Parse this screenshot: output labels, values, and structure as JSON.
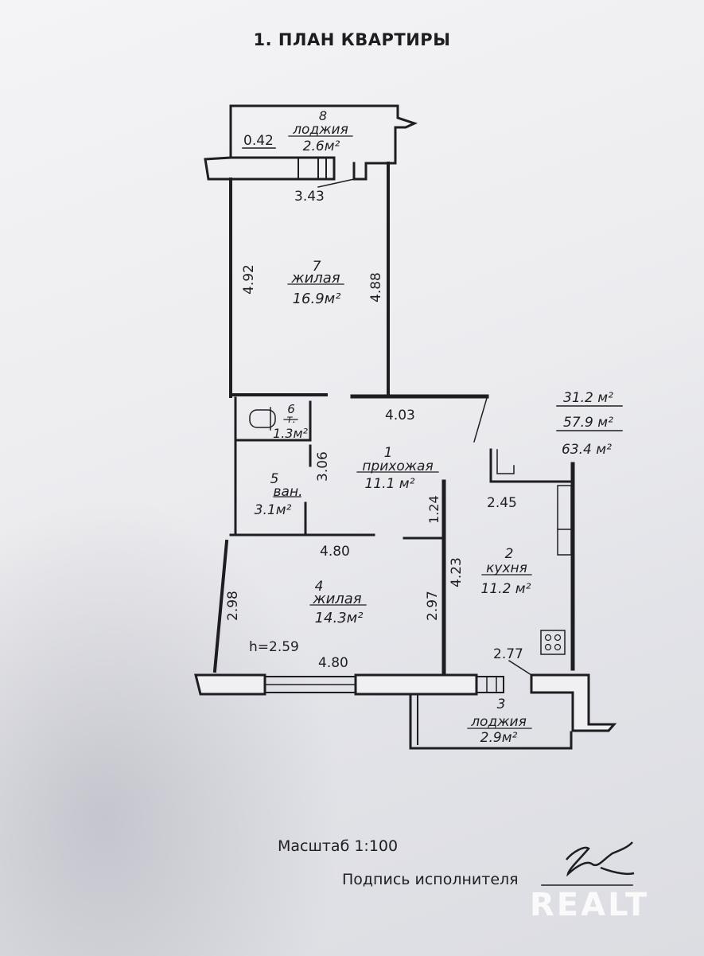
{
  "title": "1. ПЛАН КВАРТИРЫ",
  "rooms": {
    "r8": {
      "num": "8",
      "name": "лоджия",
      "area": "2.6м²"
    },
    "r7": {
      "num": "7",
      "name": "жилая",
      "area": "16.9м²"
    },
    "r6": {
      "num": "6",
      "name": "т.",
      "area": "1.3м²"
    },
    "r5": {
      "num": "5",
      "name": "ван.",
      "area": "3.1м²"
    },
    "r1": {
      "num": "1",
      "name": "прихожая",
      "area": "11.1 м²"
    },
    "r4": {
      "num": "4",
      "name": "жилая",
      "area": "14.3м²"
    },
    "r2": {
      "num": "2",
      "name": "кухня",
      "area": "11.2 м²"
    },
    "r3": {
      "num": "3",
      "name": "лоджия",
      "area": "2.9м²"
    }
  },
  "dims": {
    "d042": "0.42",
    "d343": "3.43",
    "d492": "4.92",
    "d488": "4.88",
    "d403": "4.03",
    "d306": "3.06",
    "d124": "1.24",
    "d245": "2.45",
    "d480a": "4.80",
    "d298": "2.98",
    "d297": "2.97",
    "d423": "4.23",
    "height": "h=2.59",
    "d480b": "4.80",
    "d277": "2.77"
  },
  "totals": {
    "living": "31.2 м²",
    "total": "57.9 м²",
    "total_loggia": "63.4 м²"
  },
  "scale": "Масштаб  1:100",
  "signature_label": "Подпись исполнителя",
  "watermark": "REALT"
}
